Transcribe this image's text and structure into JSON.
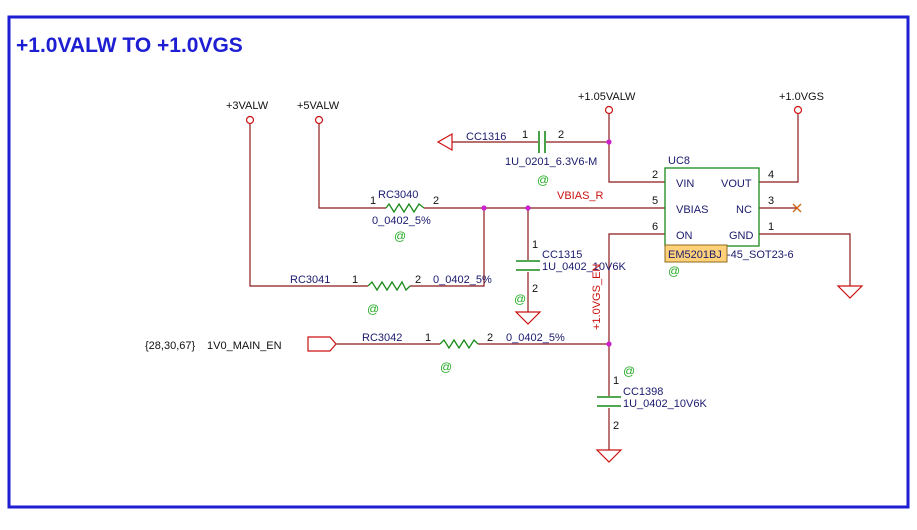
{
  "title": "+1.0VALW  TO  +1.0VGS",
  "colors": {
    "border": "#1e1ed2",
    "wire": "#8b1a1a",
    "component": "#1a8a1a",
    "net_label": "#cc1111",
    "junction": "#cc22cc",
    "part_highlight": "#ffd27a"
  },
  "rails": {
    "v3valw": "+3VALW",
    "v5valw": "+5VALW",
    "v105valw": "+1.05VALW",
    "v10vgs": "+1.0VGS"
  },
  "components": {
    "cc1316": {
      "ref": "CC1316",
      "value": "1U_0201_6.3V6-M",
      "pin1": "1",
      "pin2": "2"
    },
    "rc3040": {
      "ref": "RC3040",
      "value": "0_0402_5%",
      "pin1": "1",
      "pin2": "2"
    },
    "rc3041": {
      "ref": "RC3041",
      "value": "0_0402_5%",
      "pin1": "1",
      "pin2": "2"
    },
    "rc3042": {
      "ref": "RC3042",
      "value": "0_0402_5%",
      "pin1": "1",
      "pin2": "2"
    },
    "cc1315": {
      "ref": "CC1315",
      "value": "1U_0402_10V6K",
      "pin1": "1",
      "pin2": "2"
    },
    "cc1398": {
      "ref": "CC1398",
      "value": "1U_0402_10V6K",
      "pin1": "1",
      "pin2": "2"
    },
    "uc8": {
      "ref": "UC8",
      "part": "EM5201BJ",
      "package": "-45_SOT23-6",
      "pins": [
        {
          "num": "2",
          "name": "VIN"
        },
        {
          "num": "5",
          "name": "VBIAS"
        },
        {
          "num": "6",
          "name": "ON"
        },
        {
          "num": "4",
          "name": "VOUT"
        },
        {
          "num": "3",
          "name": "NC"
        },
        {
          "num": "1",
          "name": "GND"
        }
      ]
    }
  },
  "nets": {
    "vbias_r": "VBIAS_R",
    "en": "+1.0VGS_EN",
    "main_en": "1V0_MAIN_EN",
    "main_en_pages": "{28,30,67}"
  },
  "markers": {
    "at": "@"
  }
}
